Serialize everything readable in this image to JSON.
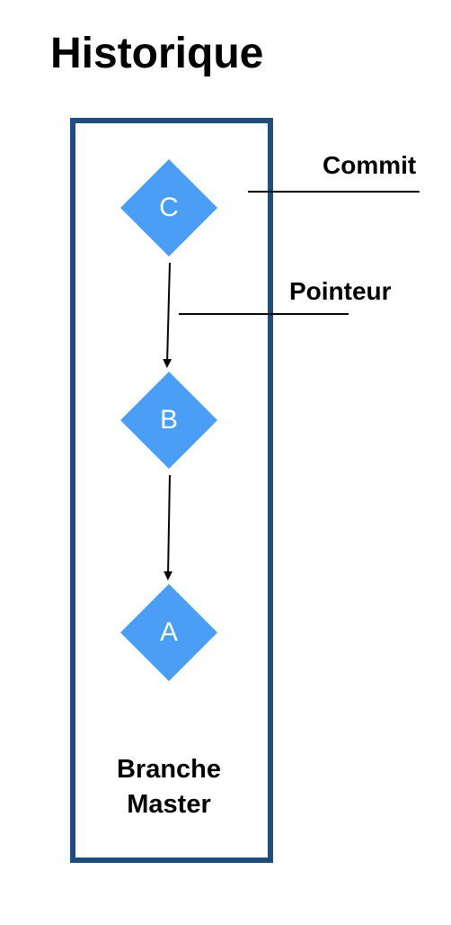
{
  "title": "Historique",
  "commits": [
    {
      "label": "C"
    },
    {
      "label": "B"
    },
    {
      "label": "A"
    }
  ],
  "callouts": {
    "commit": "Commit",
    "pointer": "Pointeur"
  },
  "branch": {
    "line1": "Branche",
    "line2": "Master"
  },
  "colors": {
    "commit_fill": "#4a9ef5",
    "box_border": "#1f4e7e",
    "arrow": "#000000"
  }
}
